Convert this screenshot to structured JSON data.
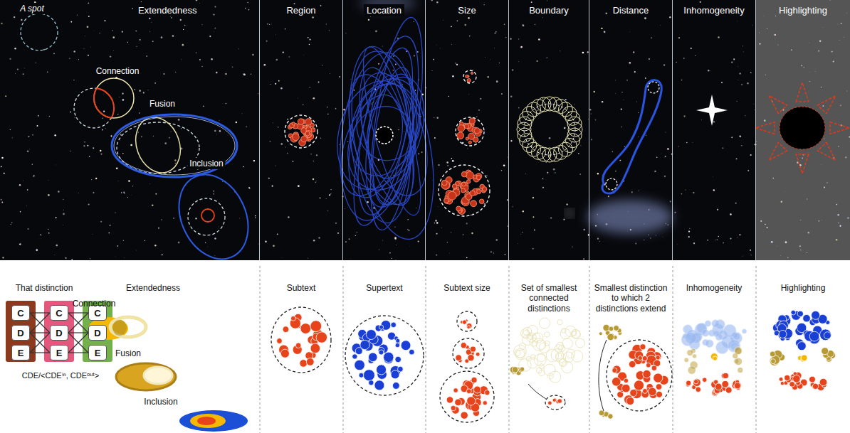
{
  "diagram": {
    "nodes": [
      {
        "text": [
          "Extendedness"
        ]
      },
      {
        "text": [
          "Region"
        ]
      },
      {
        "text": [
          "Location"
        ]
      },
      {
        "text": [
          "Size"
        ]
      },
      {
        "text": [
          "Boundary"
        ]
      },
      {
        "text": [
          "Distance"
        ]
      },
      {
        "text": [
          "Inhomogeneity"
        ]
      },
      {
        "text": [
          "Highlighting"
        ]
      },
      {
        "text": [
          "C"
        ]
      },
      {
        "text": [
          "D"
        ]
      },
      {
        "text": [
          "E"
        ]
      },
      {
        "text": [
          "C"
        ]
      },
      {
        "text": [
          "D"
        ]
      },
      {
        "text": [
          "E"
        ]
      },
      {
        "text": [
          "C"
        ]
      },
      {
        "text": [
          "D"
        ]
      },
      {
        "text": [
          "E"
        ]
      }
    ],
    "edges": [
      {
        "from": 8,
        "to": 11,
        "arrow": "none"
      },
      {
        "from": 8,
        "to": 12,
        "arrow": "none"
      },
      {
        "from": 9,
        "to": 11,
        "arrow": "none"
      },
      {
        "from": 9,
        "to": 12,
        "arrow": "none"
      },
      {
        "from": 9,
        "to": 13,
        "arrow": "none"
      },
      {
        "from": 10,
        "to": 12,
        "arrow": "none"
      },
      {
        "from": 10,
        "to": 13,
        "arrow": "none"
      },
      {
        "from": 11,
        "to": 14,
        "arrow": "none"
      },
      {
        "from": 11,
        "to": 15,
        "arrow": "none"
      },
      {
        "from": 12,
        "to": 14,
        "arrow": "none"
      },
      {
        "from": 12,
        "to": 15,
        "arrow": "none"
      },
      {
        "from": 12,
        "to": 16,
        "arrow": "none"
      },
      {
        "from": 13,
        "to": 15,
        "arrow": "none"
      },
      {
        "from": 13,
        "to": 16,
        "arrow": "none"
      }
    ],
    "labels": [
      "A spot",
      "Connection",
      "Fusion",
      "Inclusion",
      "That distinction",
      "CDE/<CDEⁱⁿ, CDEᵒᵘᵗ>",
      "Extendedness",
      "Connection",
      "Fusion",
      "Inclusion",
      "Subtext",
      "Supertext",
      "Subtext size",
      "Set of smallest connected distinctions",
      "Smallest distinction to which 2 distinctions extend",
      "Inhomogeneity",
      "Highlighting"
    ]
  }
}
